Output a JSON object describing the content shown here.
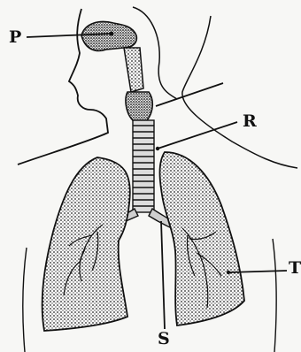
{
  "diagram": {
    "labels": {
      "p": "P",
      "r": "R",
      "s": "S",
      "t": "T"
    },
    "colors": {
      "ink": "#111111",
      "stipple": "#333333",
      "paper": "#f7f7f5"
    }
  }
}
